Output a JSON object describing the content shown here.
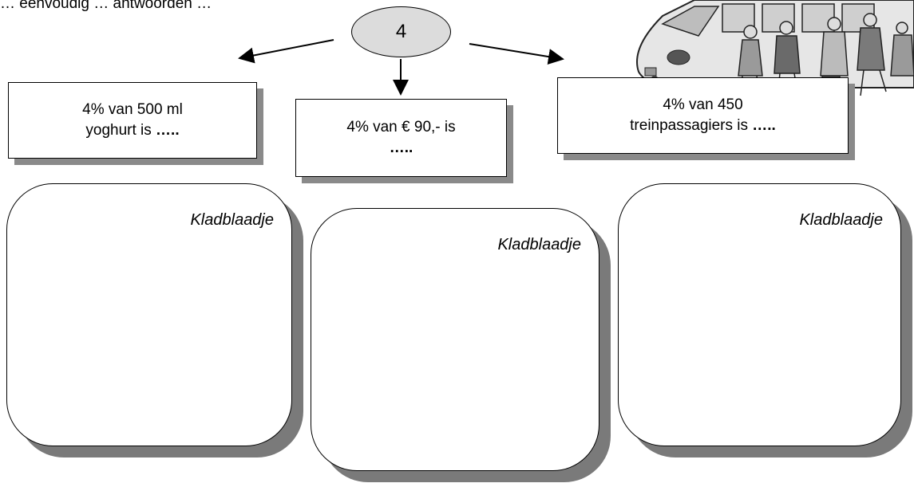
{
  "instruction_fragment": "… eenvoudig … antwoorden …",
  "center_number": "4",
  "problems": [
    {
      "text": "4% van 500 ml",
      "text2": "yoghurt is",
      "dots": "….."
    },
    {
      "text": "4% van € 90,- is",
      "dots": "….."
    },
    {
      "text": "4% van 450",
      "text2": "treinpassagiers is",
      "dots": "….."
    }
  ],
  "scratch_label": "Kladblaadje",
  "colors": {
    "oval_fill": "#dcdcdc",
    "shadow": "#7a7a7a"
  },
  "icons": [
    "train-passengers-illustration"
  ]
}
